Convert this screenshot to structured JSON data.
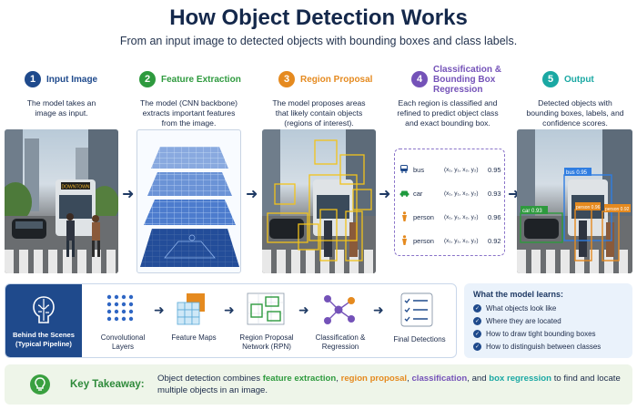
{
  "title": "How Object Detection Works",
  "subtitle": "From an input image to detected objects with bounding boxes and class labels.",
  "steps": [
    {
      "num": "1",
      "title": "Input Image",
      "desc": "The model takes an image as input.",
      "color": "#1f4a8c"
    },
    {
      "num": "2",
      "title": "Feature Extraction",
      "desc": "The model (CNN backbone) extracts important features from the image.",
      "color": "#2e9a3e"
    },
    {
      "num": "3",
      "title": "Region Proposal",
      "desc": "The model proposes areas that likely contain objects (regions of interest).",
      "color": "#e58a1f"
    },
    {
      "num": "4",
      "title": "Classification & Bounding Box Regression",
      "desc": "Each region is classified and refined to predict object class and exact bounding box.",
      "color": "#7452b8"
    },
    {
      "num": "5",
      "title": "Output",
      "desc": "Detected objects with bounding boxes, labels, and confidence scores.",
      "color": "#1aa8a3"
    }
  ],
  "scene": {
    "bus_sign": "DOWNTOWN"
  },
  "detections": [
    {
      "label": "bus",
      "coords": "(x₁, y₁, x₂, y₂)",
      "score": "0.95",
      "icon": "bus-icon"
    },
    {
      "label": "car",
      "coords": "(x₁, y₁, x₂, y₂)",
      "score": "0.93",
      "icon": "car-icon"
    },
    {
      "label": "person",
      "coords": "(x₁, y₁, x₂, y₂)",
      "score": "0.96",
      "icon": "person-icon"
    },
    {
      "label": "person",
      "coords": "(x₁, y₁, x₂, y₂)",
      "score": "0.92",
      "icon": "person-icon"
    }
  ],
  "output_labels": {
    "bus": "bus 0.95",
    "car": "car 0.93",
    "person1": "person 0.96",
    "person2": "person 0.92"
  },
  "pipeline": {
    "header": "Behind the Scenes (Typical Pipeline)",
    "stages": [
      "Convolutional Layers",
      "Feature Maps",
      "Region Proposal Network (RPN)",
      "Classification & Regression",
      "Final Detections"
    ]
  },
  "learns": {
    "title": "What the model learns:",
    "items": [
      "What objects look like",
      "Where they are located",
      "How to draw tight bounding boxes",
      "How to distinguish between classes"
    ]
  },
  "takeaway": {
    "label": "Key Takeaway:",
    "text_start": "Object detection combines",
    "feature_extraction": "feature extraction",
    "region_proposal": "region proposal",
    "classification": "classification",
    "and": ", and",
    "box_regression": "box regression",
    "text_end": "to find and locate multiple objects in an image."
  },
  "colors": {
    "navy": "#14284b",
    "blue": "#1f4a8c",
    "green": "#2e9a3e",
    "orange": "#e58a1f",
    "purple": "#7452b8",
    "teal": "#1aa8a3"
  }
}
